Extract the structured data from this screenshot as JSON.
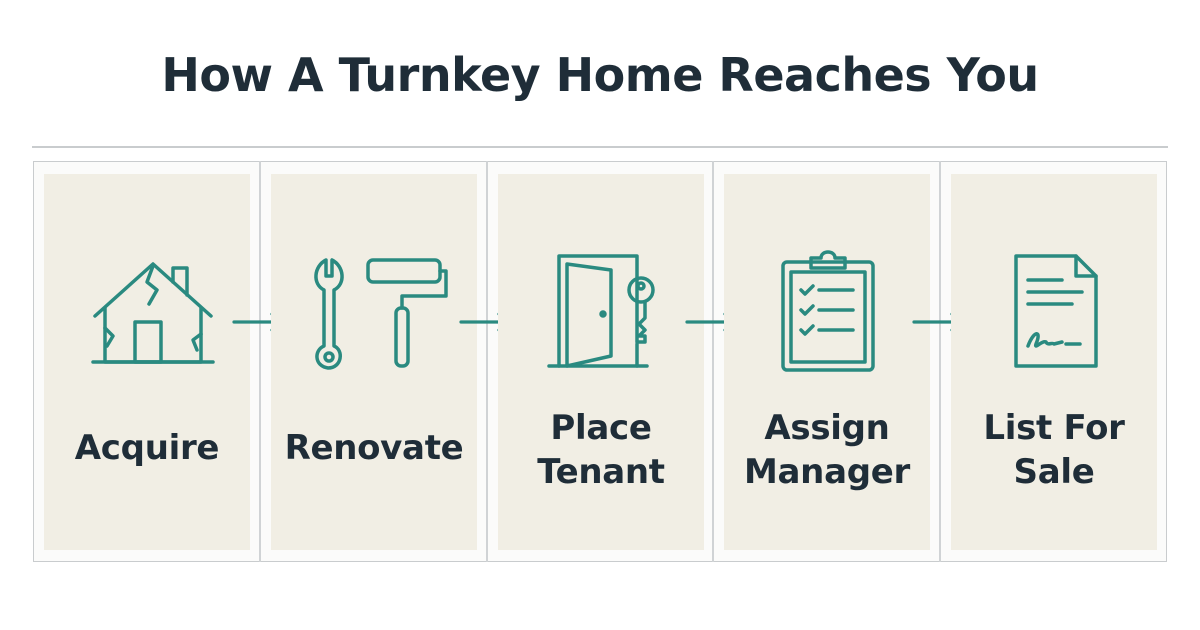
{
  "title": "How A Turnkey Home Reaches You",
  "accent_color": "#2a8a80",
  "text_color": "#1f2d38",
  "panel_color": "#f1eee4",
  "steps": [
    {
      "icon": "damaged-house-icon",
      "lines": [
        "Acquire"
      ]
    },
    {
      "icon": "wrench-and-paint-roller-icon",
      "lines": [
        "Renovate"
      ]
    },
    {
      "icon": "door-and-key-icon",
      "lines": [
        "Place",
        "Tenant"
      ]
    },
    {
      "icon": "clipboard-checklist-icon",
      "lines": [
        "Assign",
        "Manager"
      ]
    },
    {
      "icon": "signed-document-icon",
      "lines": [
        "List For",
        "Sale"
      ]
    }
  ],
  "connector_icon": "arrow-right-icon"
}
